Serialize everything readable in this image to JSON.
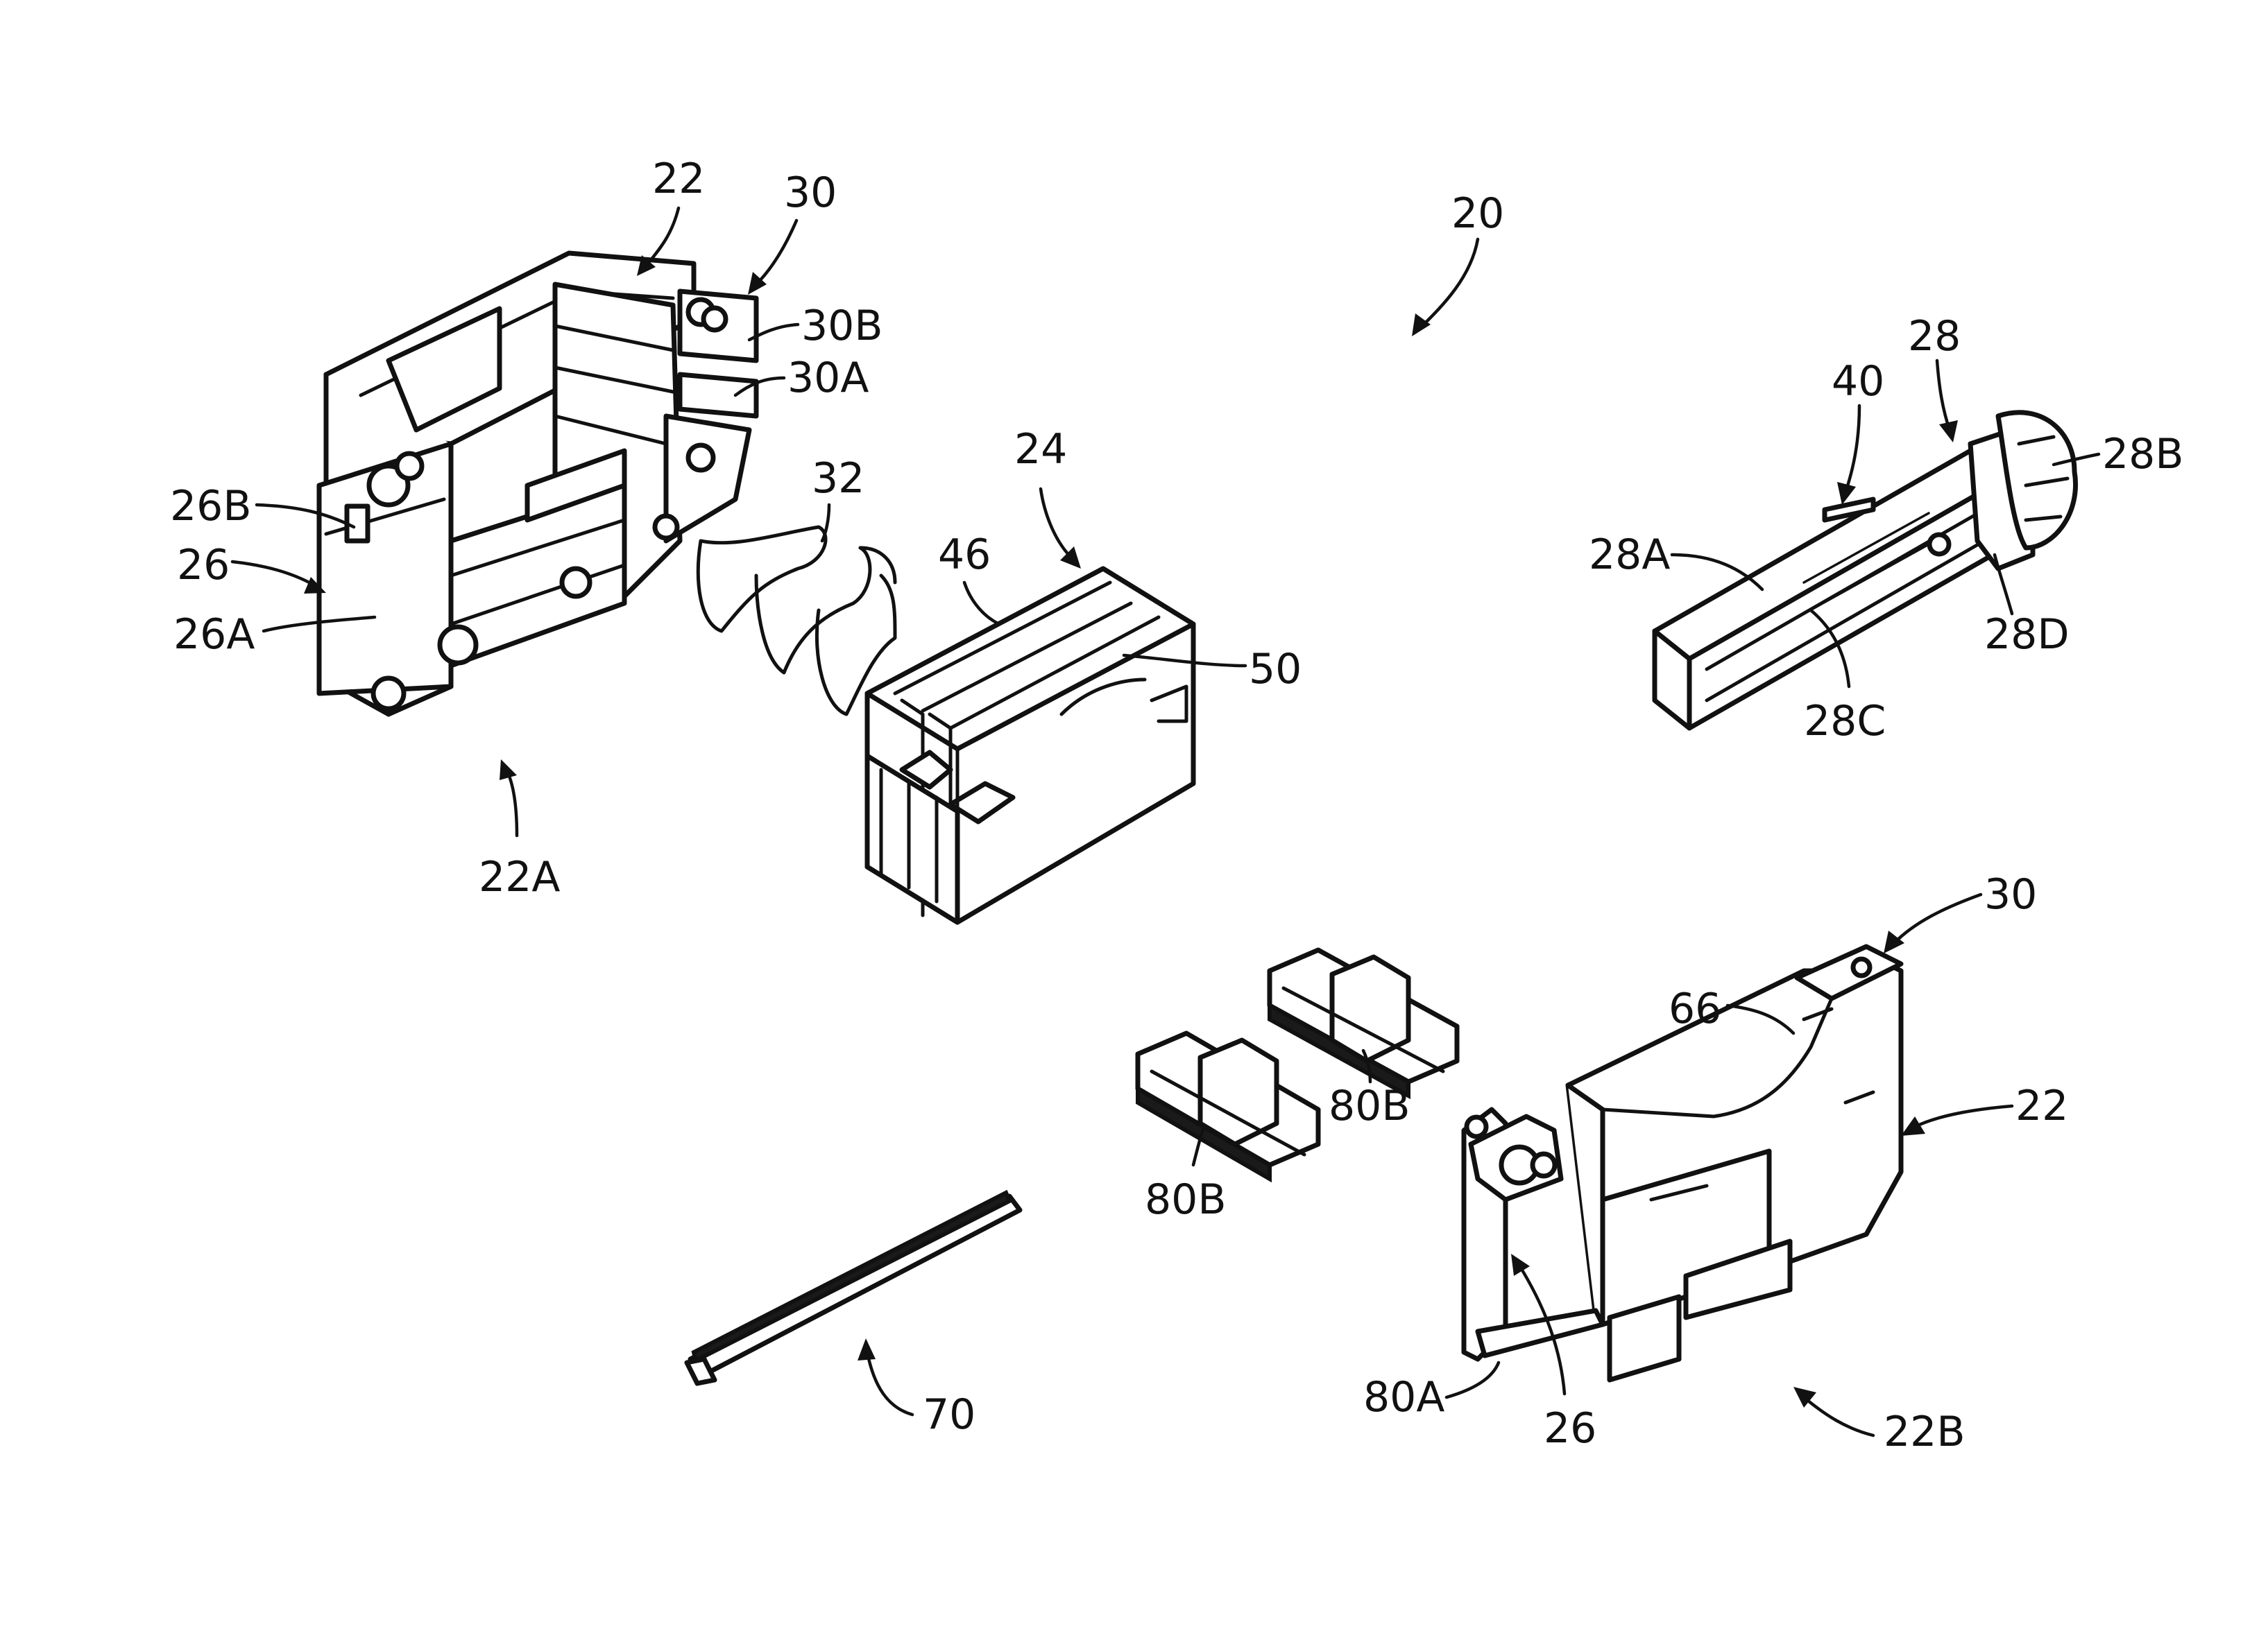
{
  "labels": {
    "l22_top": "22",
    "l30_top": "30",
    "l30b": "30B",
    "l30a": "30A",
    "l20": "20",
    "l32": "32",
    "l24": "24",
    "l46": "46",
    "l50": "50",
    "l26b": "26B",
    "l26_left": "26",
    "l26a": "26A",
    "l22a": "22A",
    "l28": "28",
    "l40": "40",
    "l28b": "28B",
    "l28a": "28A",
    "l28d": "28D",
    "l28c": "28C",
    "l30_right": "30",
    "l66": "66",
    "l22_right": "22",
    "l80b_upper": "80B",
    "l80b_lower": "80B",
    "l70": "70",
    "l80a": "80A",
    "l26_bottom": "26",
    "l22b": "22B"
  }
}
